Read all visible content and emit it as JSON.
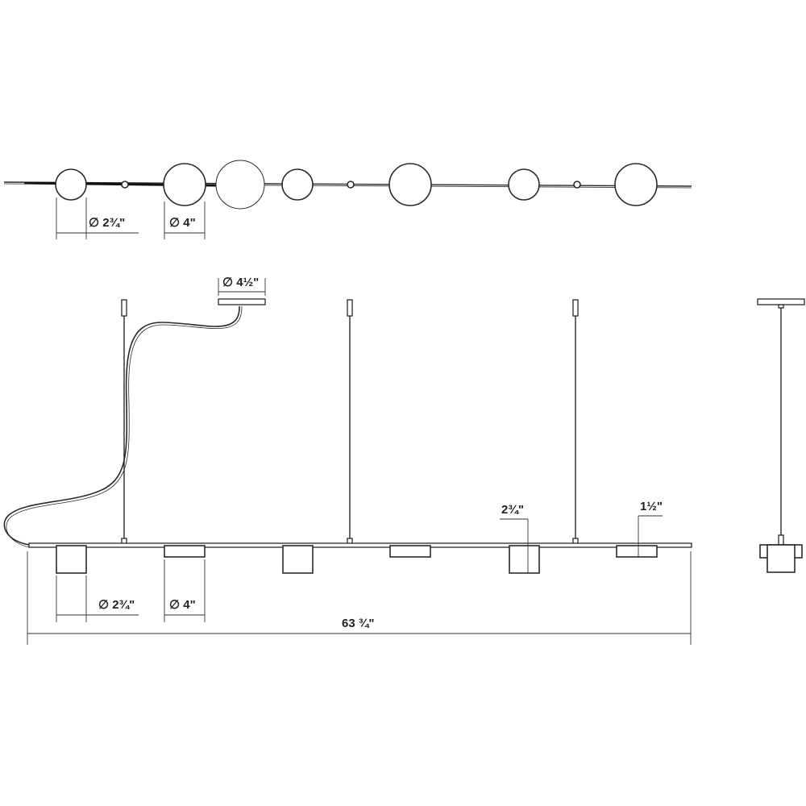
{
  "top_view": {
    "small_diameter": "∅ 2¾\"",
    "large_diameter": "∅ 4\""
  },
  "side_view": {
    "canopy_diameter": "∅ 4½\"",
    "small_diameter": "∅ 2¾\"",
    "large_diameter": "∅ 4\"",
    "cylinder_height": "2¾\"",
    "disc_height": "1½\"",
    "overall_length": "63 ¾\""
  }
}
